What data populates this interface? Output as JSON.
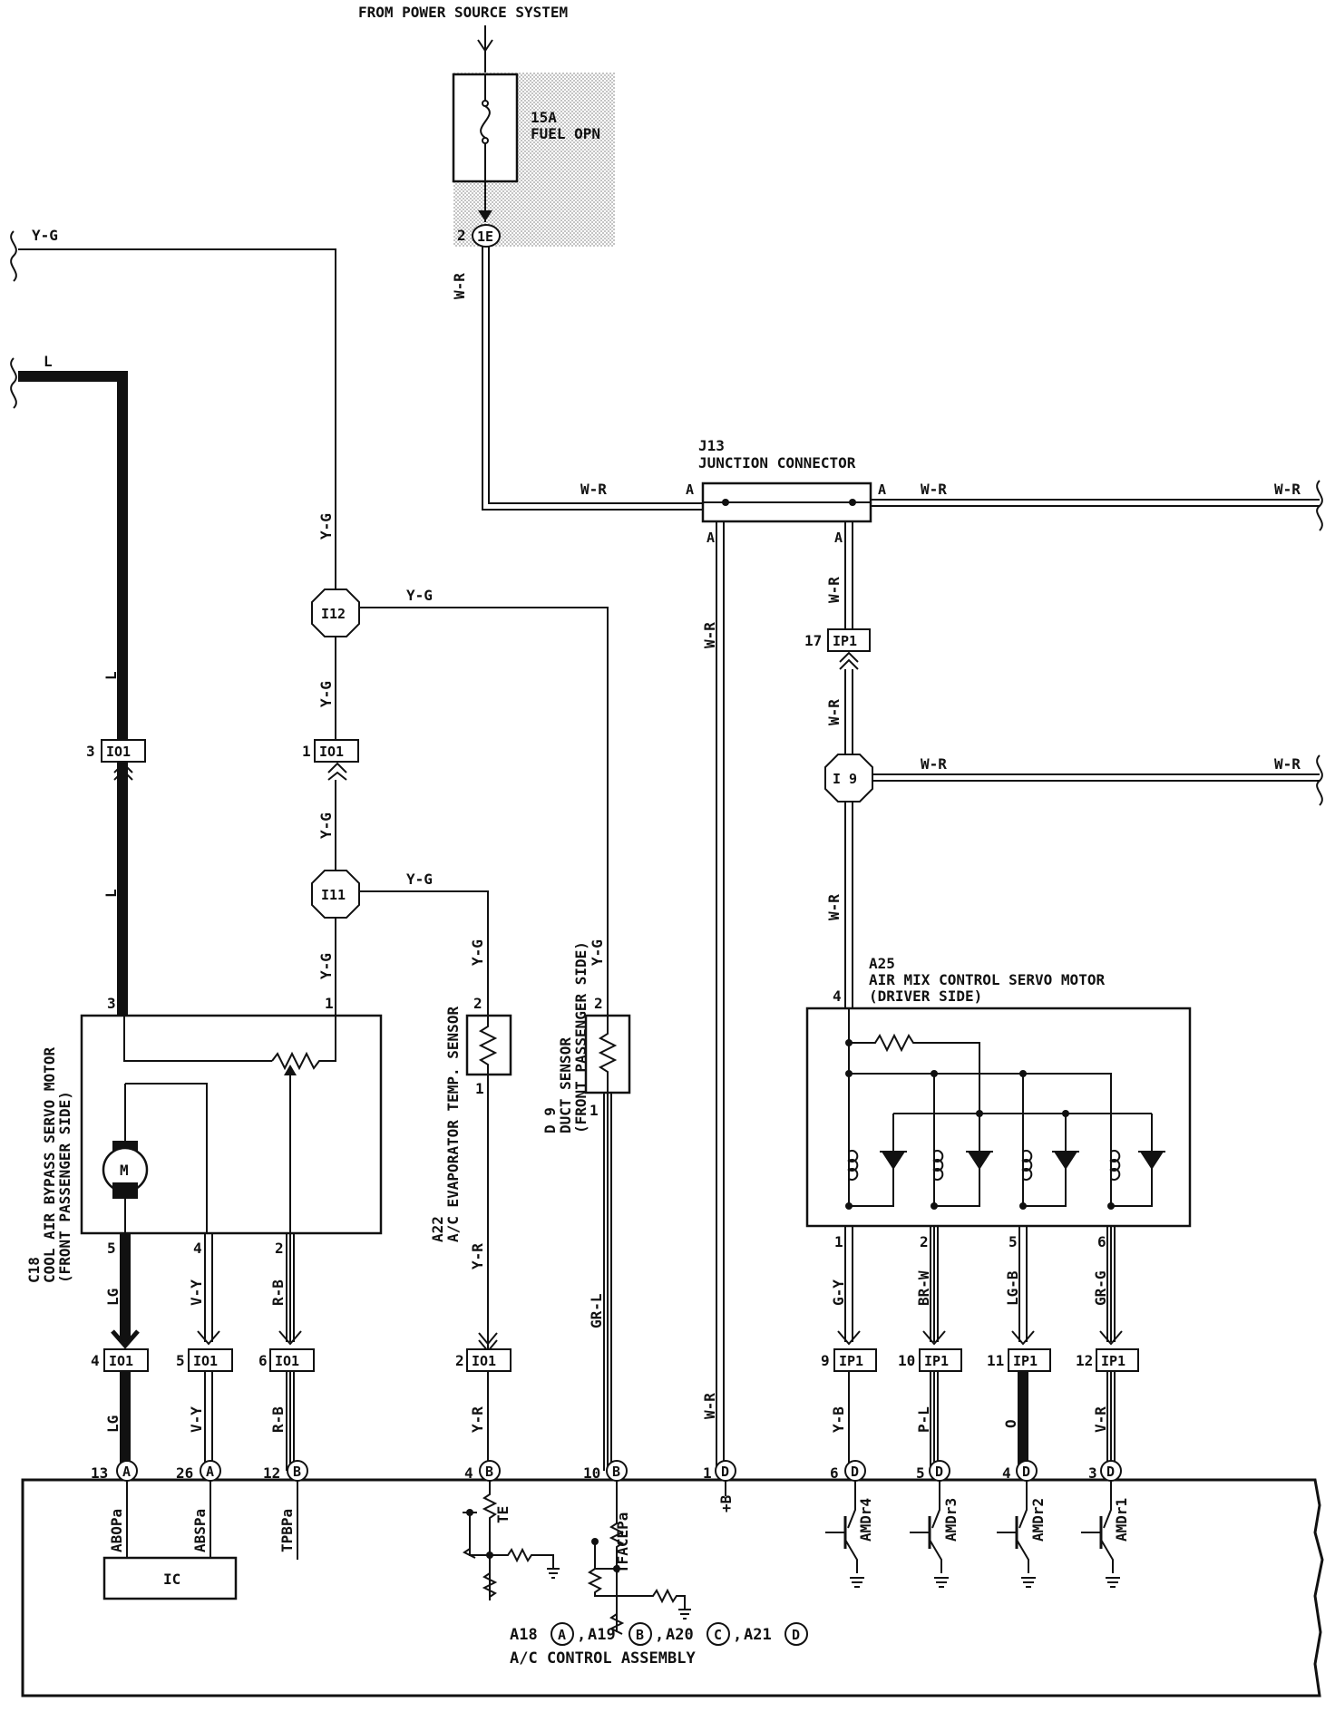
{
  "power_source": "FROM POWER SOURCE SYSTEM",
  "fuse": {
    "rating": "15A",
    "name": "FUEL OPN",
    "pin": "2",
    "connector": "1E"
  },
  "junction": {
    "id": "J13",
    "name": "JUNCTION CONNECTOR",
    "pin_a": "A"
  },
  "wires": {
    "yg": "Y-G",
    "l": "L",
    "wr": "W-R",
    "lg": "LG",
    "vy": "V-Y",
    "rb": "R-B",
    "yr": "Y-R",
    "grl": "GR-L",
    "gy": "G-Y",
    "brw": "BR-W",
    "lgb": "LG-B",
    "grg": "GR-G",
    "yb": "Y-B",
    "pl": "P-L",
    "o": "O",
    "vr": "V-R"
  },
  "splices": {
    "i12": "I12",
    "i11": "I11",
    "i9": "I 9"
  },
  "connectors": {
    "io1": "IO1",
    "ip1": "IP1"
  },
  "pins": {
    "p1": "1",
    "p2": "2",
    "p3": "3",
    "p4": "4",
    "p5": "5",
    "p6": "6",
    "p9": "9",
    "p10": "10",
    "p11": "11",
    "p12": "12",
    "p13": "13",
    "p17": "17",
    "p26": "26"
  },
  "components": {
    "c18": {
      "id": "C18",
      "line1": "COOL AIR BYPASS SERVO MOTOR",
      "line2": "(FRONT PASSENGER SIDE)",
      "motor": "M"
    },
    "a22": {
      "id": "A22",
      "line1": "A/C EVAPORATOR TEMP. SENSOR"
    },
    "d9": {
      "id": "D 9",
      "line1": "DUCT SENSOR",
      "line2": "(FRONT PASSENGER SIDE)"
    },
    "a25": {
      "id": "A25",
      "line1": "AIR MIX CONTROL SERVO MOTOR",
      "line2": "(DRIVER SIDE)"
    }
  },
  "ecu": {
    "codes": {
      "a": "A",
      "b": "B",
      "d": "D"
    },
    "terminals": [
      "ABOPa",
      "ABSPa",
      "TPBPa",
      "TE",
      "TFACEPa",
      "+B",
      "AMDr4",
      "AMDr3",
      "AMDr2",
      "AMDr1"
    ],
    "ic": "IC",
    "legend": {
      "a18": "A18",
      "a19": "A19",
      "a20": "A20",
      "a21": "A21",
      "c1": "A",
      "c2": "B",
      "c3": "C",
      "c4": "D"
    },
    "title": "A/C CONTROL ASSEMBLY"
  }
}
